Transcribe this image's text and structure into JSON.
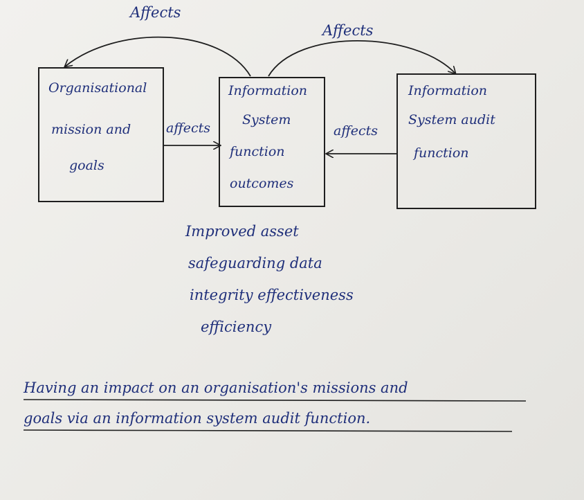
{
  "diagram": {
    "top_labels": {
      "left_affects": "Affects",
      "right_affects": "Affects"
    },
    "boxes": {
      "org": [
        "Organisational",
        "mission and",
        "goals"
      ],
      "is_function": [
        "Information",
        "System",
        "function",
        "outcomes"
      ],
      "is_audit": [
        "Information",
        "System audit",
        "function"
      ]
    },
    "arrow_labels": {
      "org_to_is": "affects",
      "audit_to_is": "affects"
    },
    "outcomes": [
      "Improved asset",
      "safeguarding data",
      "integrity effectiveness",
      "efficiency"
    ],
    "caption": [
      "Having an impact on an organisation's missions and",
      "goals via an information system audit function."
    ],
    "ink_color": "#1f2f7a"
  }
}
